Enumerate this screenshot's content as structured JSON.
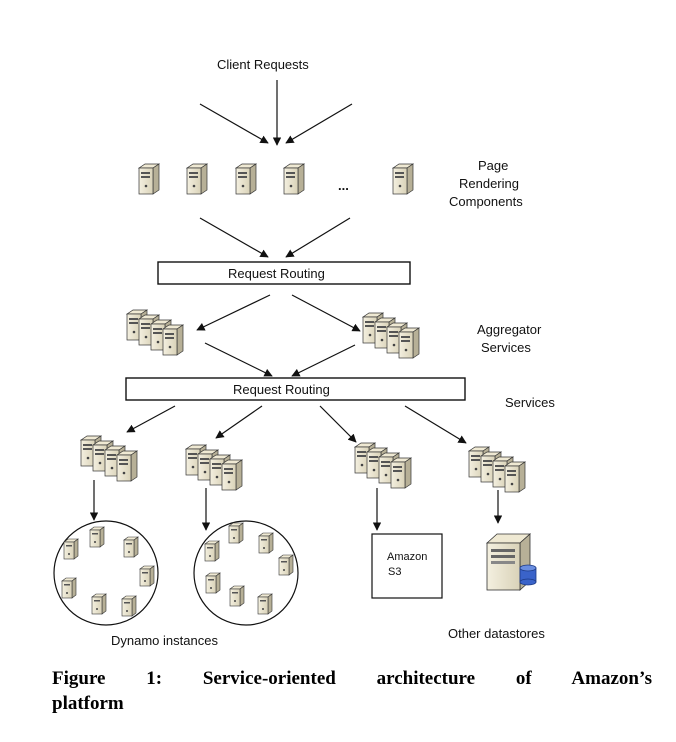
{
  "labels": {
    "client_requests": "Client Requests",
    "page_rendering": [
      "Page",
      "Rendering",
      "Components"
    ],
    "ellipsis": "...",
    "request_routing_1": "Request Routing",
    "aggregator_services": [
      "Aggregator",
      "Services"
    ],
    "request_routing_2": "Request Routing",
    "services": "Services",
    "amazon_s3": [
      "Amazon",
      "S3"
    ],
    "dynamo_instances": "Dynamo instances",
    "other_datastores": "Other datastores"
  },
  "caption": {
    "line1": "Figure 1: Service-oriented architecture of Amazon’s",
    "line2": "platform"
  },
  "colors": {
    "server_body": "#e8e3cf",
    "server_side": "#b9b29a",
    "stroke": "#111111",
    "db_blue": "#3a63c9"
  }
}
